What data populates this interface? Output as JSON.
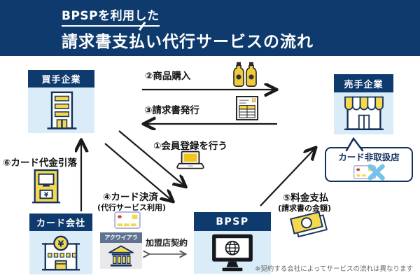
{
  "header": {
    "tagline": "BPSPを利用した",
    "title": "請求書支払い代行サービスの流れ"
  },
  "entities": {
    "buyer": "買手企業",
    "seller": "売手企業",
    "card_company": "カード会社",
    "bpsp": "BPSP",
    "acquirer": "アクワイアラ",
    "non_card_store": "カード非取扱店"
  },
  "steps": {
    "s1": {
      "label": "①会員登録を行う"
    },
    "s2": {
      "label": "②商品購入"
    },
    "s3": {
      "label": "③請求書発行"
    },
    "s4": {
      "label": "④カード決済",
      "note": "(代行サービス利用)"
    },
    "s5": {
      "label": "⑤料金支払",
      "note": "(請求書の金額)"
    },
    "s6": {
      "label": "⑥カード代金引落"
    }
  },
  "labels": {
    "merchant_contract": "加盟店契約",
    "footnote": "※契約する会社によってサービスの流れは異なります"
  },
  "icons": {
    "buyer": "office-building-icon",
    "seller": "storefront-icon",
    "card_company": "bank-yen-icon",
    "bpsp": "web-monitor-icon",
    "acquirer": "classical-bank-icon",
    "s1": "laptop-icon",
    "s2": "bottles-icon",
    "s3": "invoice-icon",
    "s4": "credit-card-icon",
    "s5": "banknote-icon",
    "s6": "atm-icon",
    "non_card_store": "card-crossed-icon"
  },
  "colors": {
    "navy": "#0e3a6d",
    "light_blue": "#daecf7",
    "yellow": "#f5d84e",
    "x_blue": "#74c3ea",
    "acquirer_gray": "#5f7390",
    "arrow": "#1a1a1a"
  }
}
